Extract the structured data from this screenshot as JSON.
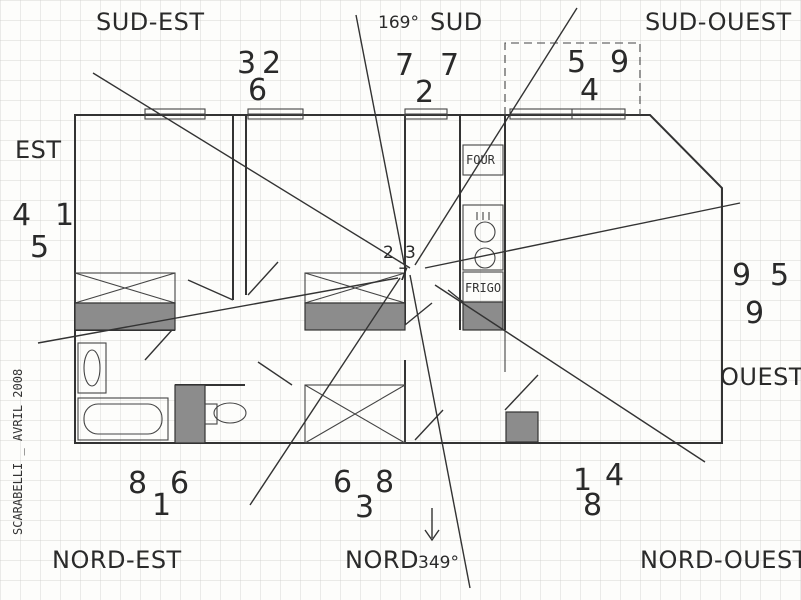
{
  "directions": {
    "sud_est": "SUD-EST",
    "sud": "SUD",
    "sud_angle": "169°",
    "sud_ouest": "SUD-OUEST",
    "est": "EST",
    "ouest": "OUEST",
    "nord_est": "NORD-EST",
    "nord": "NORD",
    "nord_angle": "349°",
    "nord_ouest": "NORD-OUEST"
  },
  "flying_stars": {
    "sud_est": [
      "3",
      "2",
      "6"
    ],
    "sud": [
      "7",
      "7",
      "2"
    ],
    "sud_ouest": [
      "5",
      "9",
      "4"
    ],
    "est": [
      "4",
      "1",
      "5"
    ],
    "centre": [
      "2",
      "3",
      "7"
    ],
    "ouest": [
      "9",
      "5",
      "9"
    ],
    "nord_est": [
      "8",
      "6",
      "1"
    ],
    "nord": [
      "6",
      "8",
      "3"
    ],
    "nord_ouest": [
      "1",
      "4",
      "8"
    ]
  },
  "rooms": {
    "four": "FOUR",
    "frigo": "FRIGO"
  },
  "signature": "SCARABELLI _ AVRIL 2008"
}
